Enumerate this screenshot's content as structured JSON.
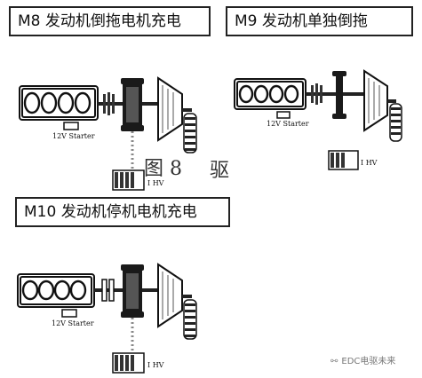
{
  "modes": {
    "m8": {
      "label": "M8 发动机倒拖电机充电",
      "starter_label": "12V Starter",
      "battery_label": "I HV"
    },
    "m9": {
      "label": "M9 发动机单独倒拖",
      "starter_label": "12V Starter",
      "battery_label": "I HV"
    },
    "m10": {
      "label": "M10 发动机停机电机充电",
      "starter_label": "12V Starter",
      "battery_label": "I HV"
    }
  },
  "stray_text": {
    "fig": "图 8",
    "drive": "驱"
  },
  "watermark": {
    "text": "EDC电驱未来"
  },
  "colors": {
    "line": "#111111",
    "motor": "#1a1a1a",
    "dotted_flow": "#888888",
    "background": "#ffffff"
  },
  "icons": [
    "engine-icon",
    "starter-icon",
    "clutch-icon",
    "motor-icon",
    "gearbox-icon",
    "wheel-icon",
    "battery-icon",
    "wechat-icon"
  ]
}
